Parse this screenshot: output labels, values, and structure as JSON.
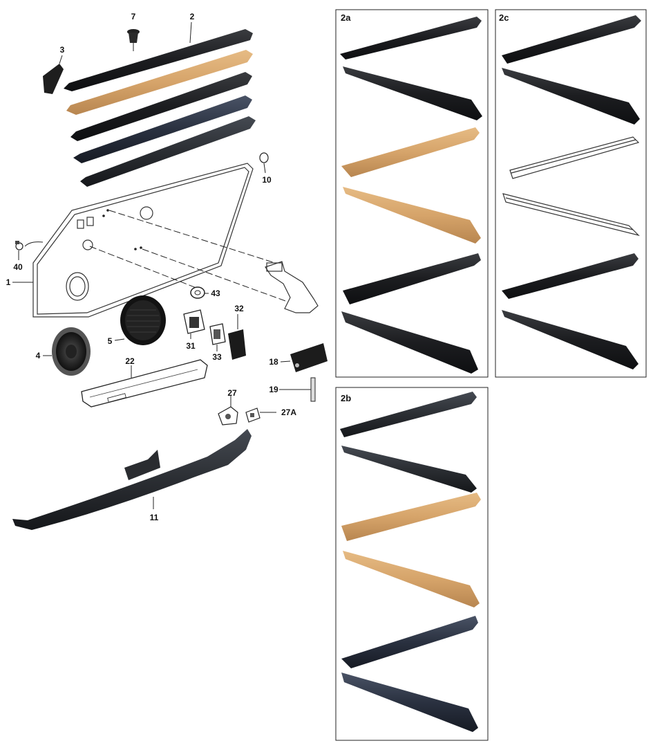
{
  "colors": {
    "black_trim": "#1c1d20",
    "tan_trim": "#d6a46a",
    "dark_trim": "#2b2e33",
    "navy_trim": "#2a3140"
  },
  "callouts": {
    "p1": "1",
    "p2": "2",
    "p3": "3",
    "p4": "4",
    "p5": "5",
    "p7": "7",
    "p10": "10",
    "p11": "11",
    "p18": "18",
    "p19": "19",
    "p22": "22",
    "p27": "27",
    "p27a": "27A",
    "p31": "31",
    "p32": "32",
    "p33": "33",
    "p40": "40",
    "p43": "43"
  },
  "panels": {
    "p2a": "2a",
    "p2b": "2b",
    "p2c": "2c"
  }
}
